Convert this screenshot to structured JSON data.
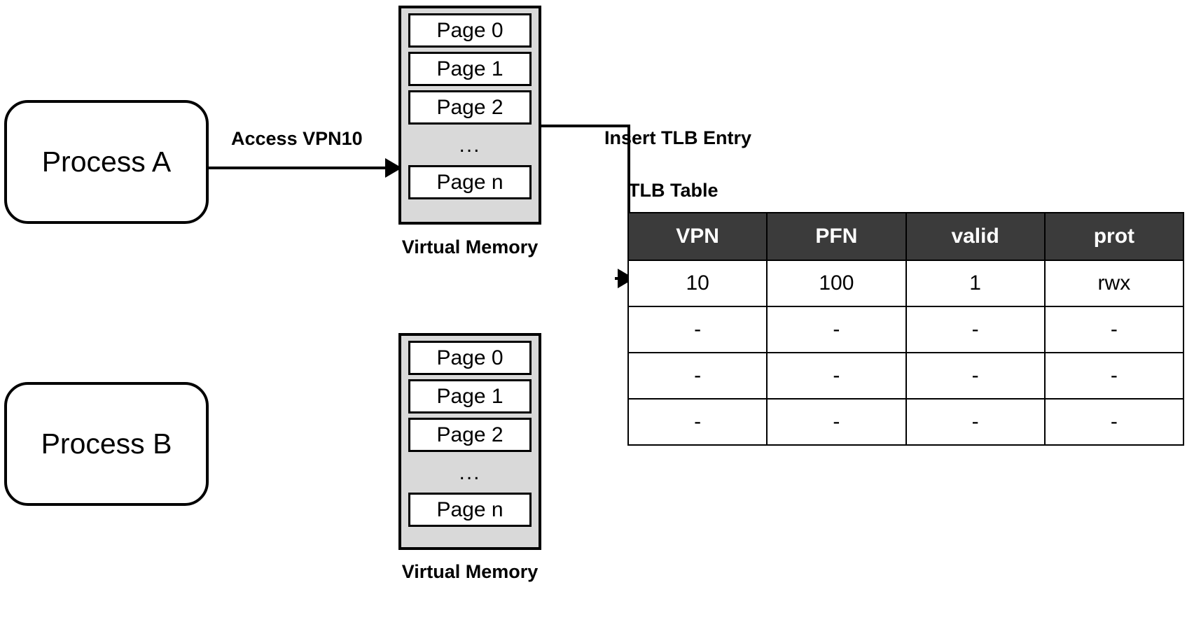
{
  "diagram": {
    "processes": [
      {
        "id": "A",
        "label": "Process A"
      },
      {
        "id": "B",
        "label": "Process B"
      }
    ],
    "edges": [
      {
        "name": "access",
        "label": "Access VPN10",
        "from": "Process A",
        "to": "Virtual Memory (A)"
      },
      {
        "name": "insert",
        "label": "Insert TLB Entry",
        "from": "Page 2",
        "to": "TLB Table row 1"
      }
    ],
    "virtual_memory_a": {
      "label": "Virtual Memory",
      "pages": [
        "Page 0",
        "Page 1",
        "Page 2",
        "...",
        "Page n"
      ]
    },
    "virtual_memory_b": {
      "label": "Virtual Memory",
      "pages": [
        "Page 0",
        "Page 1",
        "Page 2",
        "...",
        "Page n"
      ]
    },
    "tlb": {
      "title": "TLB Table",
      "columns": [
        "VPN",
        "PFN",
        "valid",
        "prot"
      ],
      "rows": [
        [
          "10",
          "100",
          "1",
          "rwx"
        ],
        [
          "-",
          "-",
          "-",
          "-"
        ],
        [
          "-",
          "-",
          "-",
          "-"
        ],
        [
          "-",
          "-",
          "-",
          "-"
        ]
      ]
    },
    "colors": {
      "stroke": "#000000",
      "vm_fill": "#d9d9d9",
      "page_fill": "#ffffff",
      "table_header_fill": "#3b3b3b",
      "table_header_text": "#ffffff",
      "background": "#ffffff"
    }
  }
}
